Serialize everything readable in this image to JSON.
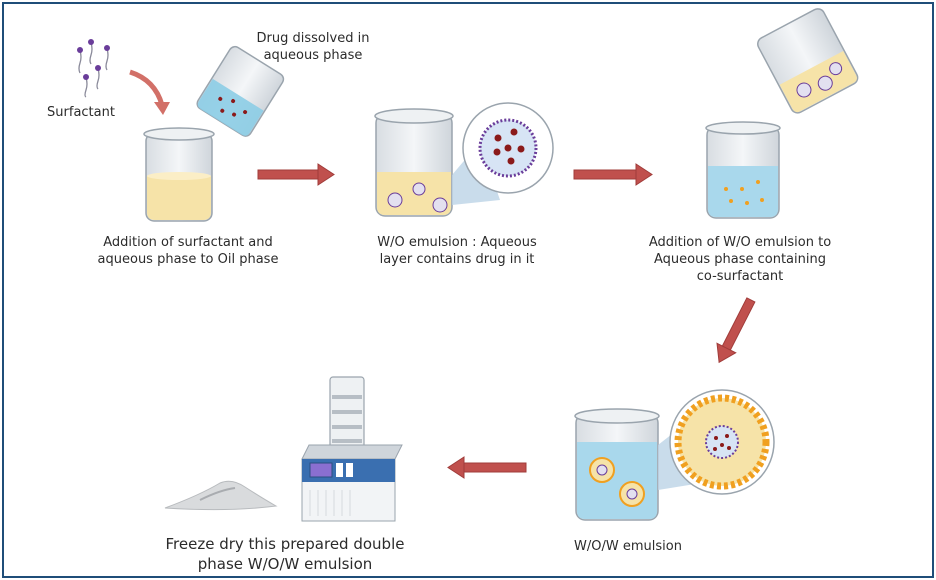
{
  "diagram": {
    "title": "Double emulsion (W/O/W) preparation process",
    "labels": {
      "surfactant": "Surfactant",
      "drug_dissolved_line1": "Drug dissolved in",
      "drug_dissolved_line2": "aqueous phase",
      "step1_line1": "Addition of surfactant and",
      "step1_line2": "aqueous phase to Oil phase",
      "step2_line1": "W/O emulsion : Aqueous",
      "step2_line2": "layer contains drug in it",
      "step3_line1": "Addition of W/O emulsion to",
      "step3_line2": "Aqueous phase containing",
      "step3_line3": "co-surfactant",
      "step4": "W/O/W emulsion",
      "step5_line1": "Freeze dry this prepared double",
      "step5_line2": "phase W/O/W emulsion"
    },
    "steps": [
      {
        "id": 1,
        "name": "oil-phase-beaker"
      },
      {
        "id": 2,
        "name": "w-o-emulsion-beaker"
      },
      {
        "id": 3,
        "name": "aqueous-cosurfactant-beaker"
      },
      {
        "id": 4,
        "name": "w-o-w-emulsion-beaker"
      },
      {
        "id": 5,
        "name": "freeze-dryer"
      }
    ],
    "colors": {
      "frame": "#1f4e79",
      "arrow": "#c0504d",
      "oil": "#f6e3a8",
      "water": "#a9d8ec",
      "drug": "#8b1a1a",
      "surfactant": "#6a3d9a",
      "cosurfactant": "#f0a020"
    }
  }
}
